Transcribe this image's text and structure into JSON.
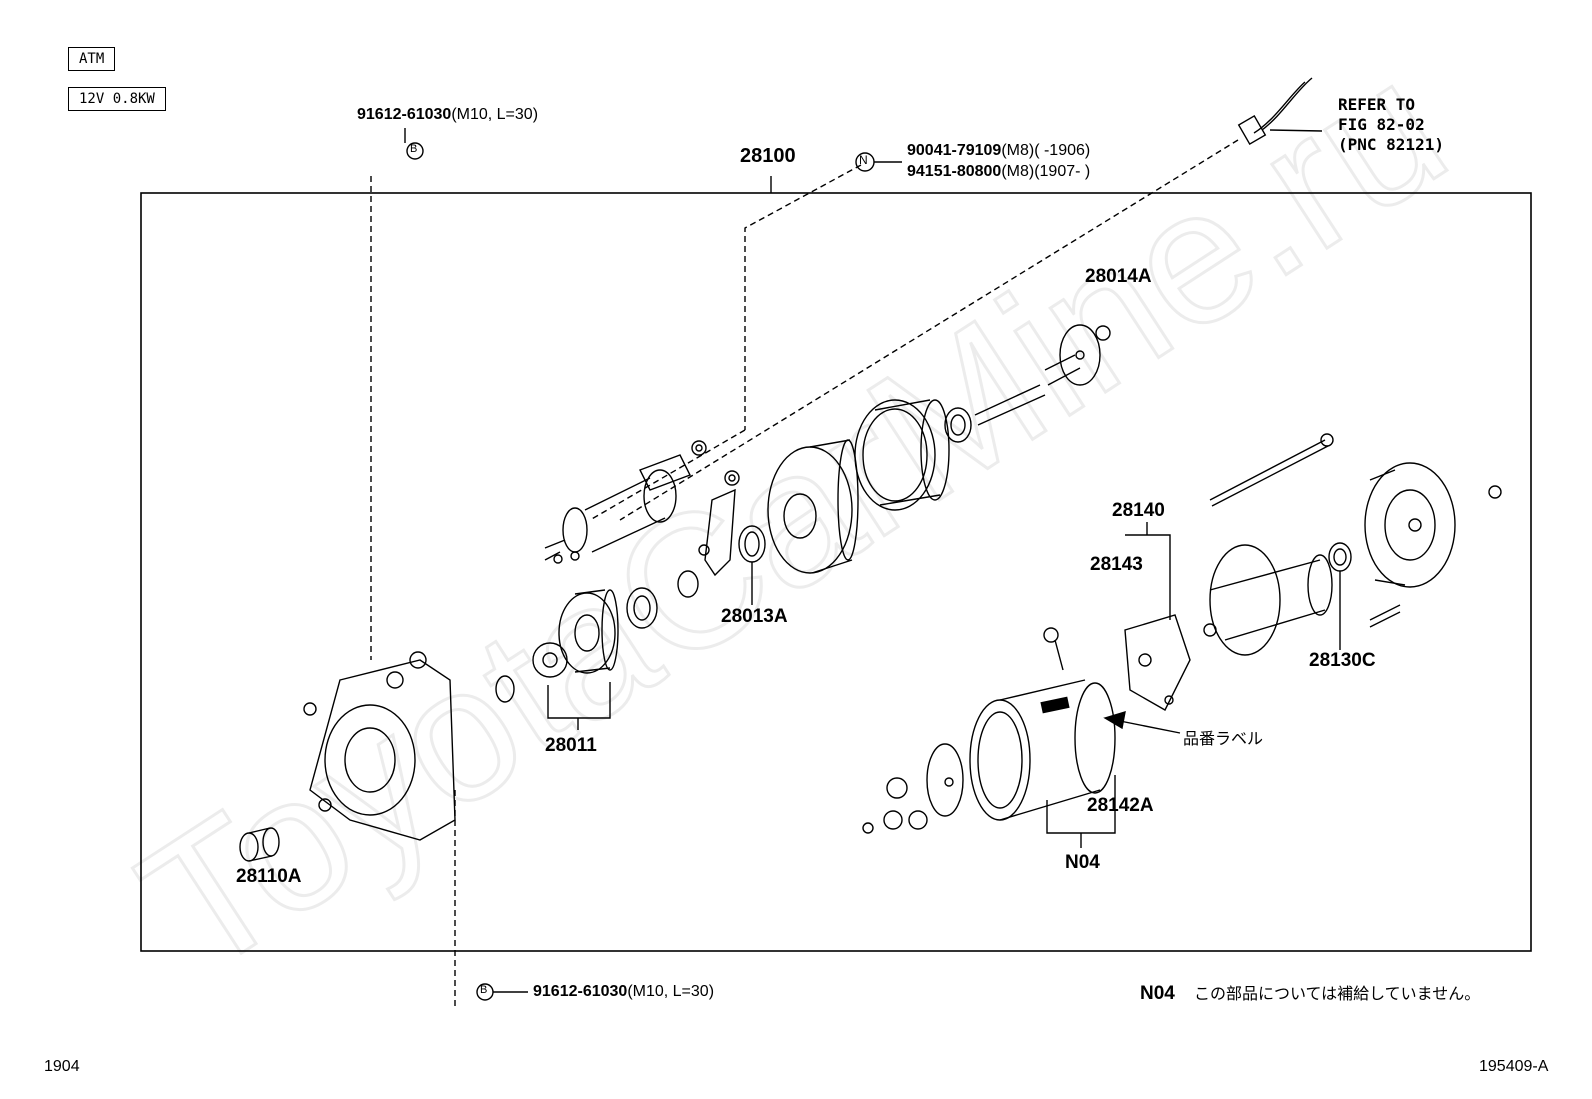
{
  "header": {
    "transmission": "ATM",
    "rating": "12V 0.8KW"
  },
  "bolts": {
    "top_bolt": {
      "number": "91612-61030",
      "spec": "(M10, L=30)",
      "marker": "B"
    },
    "bottom_bolt": {
      "number": "91612-61030",
      "spec": "(M10, L=30)",
      "marker": "B"
    },
    "nut_1": {
      "number": "90041-79109",
      "spec": "(M8)(      -1906)",
      "marker": "N"
    },
    "nut_2": {
      "number": "94151-80800",
      "spec": "(M8)(1907-      )"
    }
  },
  "reference": {
    "line1": "REFER TO",
    "line2": "FIG 82-02",
    "line3": "(PNC 82121)"
  },
  "parts": {
    "assembly": "28100",
    "p28014A": "28014A",
    "p28140": "28140",
    "p28143": "28143",
    "p28013A": "28013A",
    "p28011": "28011",
    "p28130C": "28130C",
    "p28142A": "28142A",
    "p28110A": "28110A",
    "pN04": "N04"
  },
  "part_label_jp": "品番ラベル",
  "note": {
    "code": "N04",
    "text": "この部品については補給していません。"
  },
  "footer": {
    "left": "1904",
    "right": "195409-A"
  },
  "watermark": "ToyotaCarMine.ru"
}
